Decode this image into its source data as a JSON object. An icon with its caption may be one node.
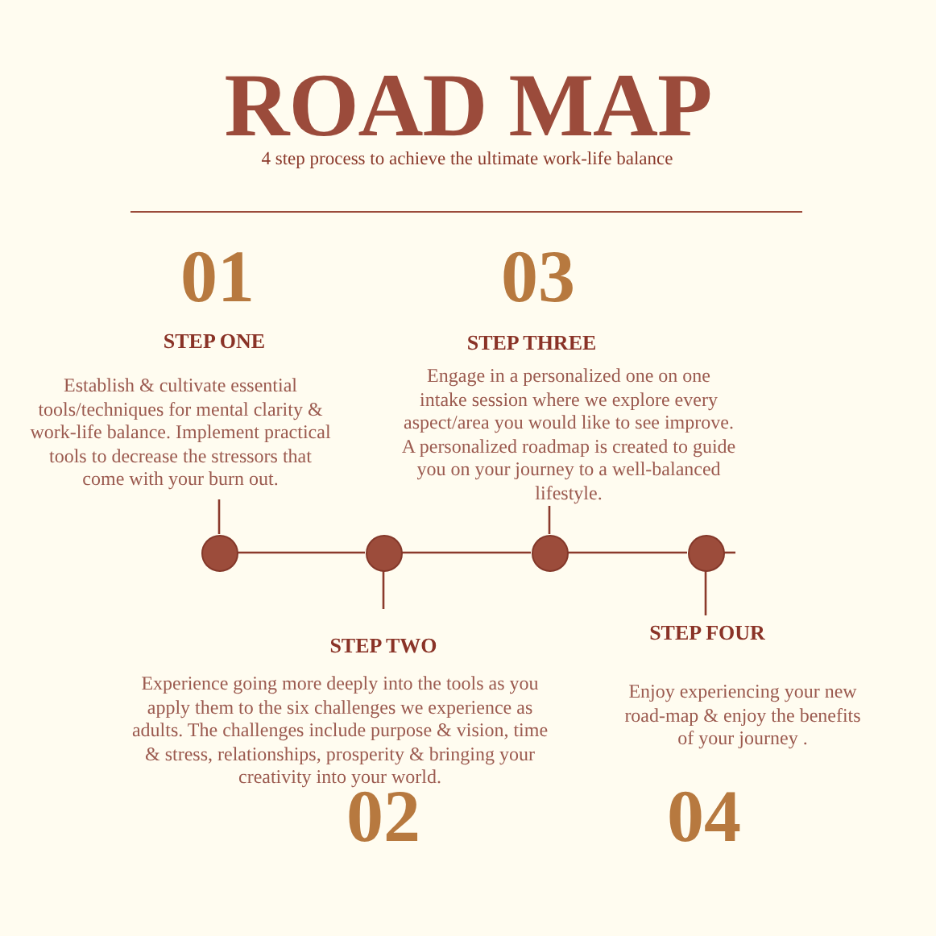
{
  "diagram": {
    "title": "ROAD MAP",
    "nodes": [
      {
        "text": [
          "01",
          "STEP ONE",
          "Establish & cultivate essential tools/techniques for mental clarity & work-life balance. Implement practical tools to decrease the stressors that come with your burn out."
        ]
      },
      {
        "text": [
          "03",
          "STEP THREE",
          "Engage in a personalized one on one intake session where we explore every aspect/area you would like to see improve. A personalized roadmap is created to guide you on your journey to a well-balanced lifestyle."
        ]
      },
      {
        "text": [],
        "shape": "circle"
      },
      {
        "text": [],
        "shape": "circle"
      },
      {
        "text": [],
        "shape": "circle"
      },
      {
        "text": [],
        "shape": "circle"
      },
      {
        "text": [
          "STEP TWO",
          "Experience going more deeply into the tools as you apply them to the six challenges we experience as adults. The challenges include purpose & vision, time & stress, relationships, prosperity & bringing your creativity into your world.",
          "02"
        ]
      },
      {
        "text": [
          "STEP FOUR",
          "Enjoy experiencing your new road-map & enjoy the benefits of your journey .",
          "04"
        ]
      }
    ],
    "edges": [
      {
        "from": 0,
        "to": 2,
        "arrow": "none"
      },
      {
        "from": 2,
        "to": 3,
        "arrow": "none"
      },
      {
        "from": 3,
        "to": 4,
        "arrow": "none"
      },
      {
        "from": 4,
        "to": 5,
        "arrow": "none"
      },
      {
        "from": 5,
        "to": null,
        "arrow": "none"
      },
      {
        "from": 3,
        "to": 6,
        "arrow": "none"
      },
      {
        "from": 1,
        "to": 4,
        "arrow": "none"
      },
      {
        "from": 5,
        "to": 7,
        "arrow": "none"
      }
    ],
    "labels": [
      "4 step process to achieve the ultimate work-life balance"
    ]
  }
}
